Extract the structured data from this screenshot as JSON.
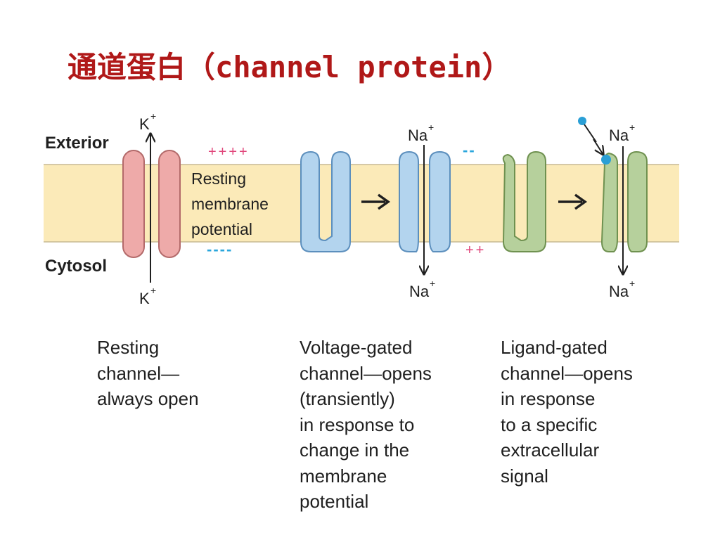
{
  "title": {
    "chinese": "通道蛋白",
    "open_paren": "（",
    "english": "channel protein",
    "close_paren": "）"
  },
  "labels": {
    "exterior": "Exterior",
    "cytosol": "Cytosol",
    "k_ion": "K",
    "na_ion": "Na",
    "ion_charge": "+",
    "resting_potential": [
      "Resting",
      "membrane",
      "potential"
    ],
    "charges": {
      "exterior_resting": "++++",
      "cytosol_resting": "----",
      "exterior_voltage_open": "--",
      "cytosol_voltage_open": "++"
    }
  },
  "captions": {
    "resting": "Resting\nchannel—\nalways open",
    "voltage": "Voltage-gated\nchannel—opens\n(transiently)\nin response to\nchange in the\nmembrane\npotential",
    "ligand": "Ligand-gated\nchannel—opens\nin response\nto a specific\nextracellular\nsignal"
  },
  "colors": {
    "title": "#b01818",
    "membrane": "#fbeab8",
    "resting_channel": "#eeaaa9",
    "voltage_channel": "#b3d4ee",
    "ligand_channel": "#b6d09c",
    "plus_charge": "#e0457a",
    "minus_charge": "#2aa6dc",
    "ligand": "#2a9fd6"
  }
}
